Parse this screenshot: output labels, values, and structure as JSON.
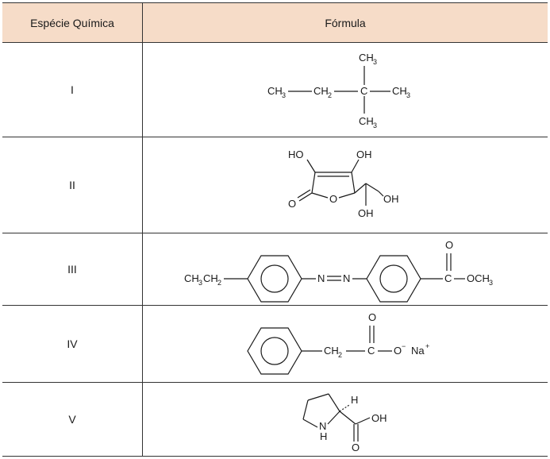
{
  "table": {
    "headers": {
      "species": "Espécie Química",
      "formula": "Fórmula"
    },
    "rows": [
      {
        "id": "I",
        "formula_labels": {
          "ch3_left": "CH",
          "ch3_left_sub": "3",
          "ch2": "CH",
          "ch2_sub": "2",
          "c": "C",
          "ch3_right": "CH",
          "ch3_right_sub": "3",
          "ch3_top": "CH",
          "ch3_top_sub": "3",
          "ch3_bottom": "CH",
          "ch3_bottom_sub": "3"
        }
      },
      {
        "id": "II",
        "formula_labels": {
          "ho_left": "HO",
          "oh_top": "OH",
          "o_carbonyl": "O",
          "o_ring": "O",
          "oh_right": "OH",
          "oh_bottom": "OH"
        }
      },
      {
        "id": "III",
        "formula_labels": {
          "ethyl": "CH",
          "ethyl_sub1": "3",
          "ethyl_mid": "CH",
          "ethyl_sub2": "2",
          "n1": "N",
          "n2": "N",
          "o_top": "O",
          "c": "C",
          "och3": "OCH",
          "och3_sub": "3"
        }
      },
      {
        "id": "IV",
        "formula_labels": {
          "ch2": "CH",
          "ch2_sub": "2",
          "o_top": "O",
          "c": "C",
          "o_minus": "O",
          "minus": "−",
          "na": "Na",
          "plus": "+"
        }
      },
      {
        "id": "V",
        "formula_labels": {
          "h": "H",
          "n": "N",
          "nh": "H",
          "oh": "OH",
          "o": "O"
        }
      }
    ]
  }
}
